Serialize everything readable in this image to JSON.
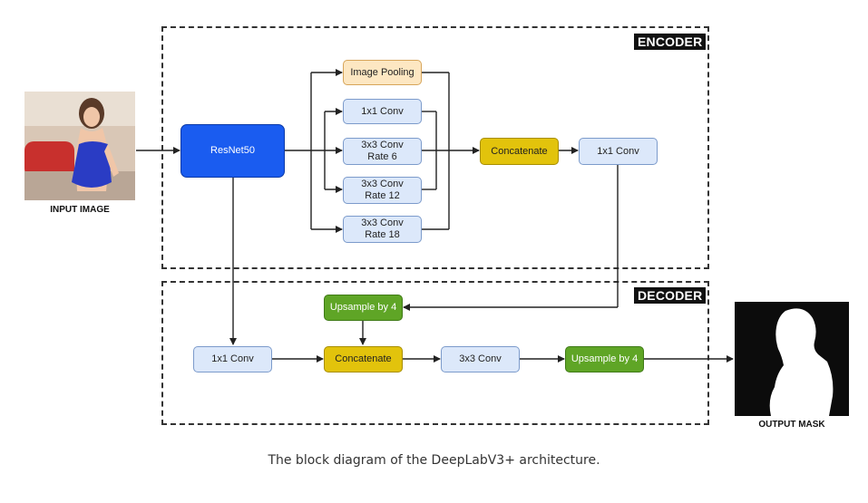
{
  "regions": {
    "encoder_label": "ENCODER",
    "decoder_label": "DECODER"
  },
  "inputs": {
    "input_label": "INPUT IMAGE",
    "output_label": "OUTPUT MASK"
  },
  "encoder": {
    "backbone": "ResNet50",
    "image_pooling": "Image Pooling",
    "conv1x1": "1x1 Conv",
    "aspp_rate6": [
      "3x3 Conv",
      "Rate 6"
    ],
    "aspp_rate12": [
      "3x3 Conv",
      "Rate 12"
    ],
    "aspp_rate18": [
      "3x3 Conv",
      "Rate 18"
    ],
    "concatenate": "Concatenate",
    "out_conv1x1": "1x1 Conv"
  },
  "decoder": {
    "upsample4_top": "Upsample by 4",
    "conv1x1": "1x1 Conv",
    "concatenate": "Concatenate",
    "conv3x3": "3x3 Conv",
    "upsample4_out": "Upsample by 4"
  },
  "caption": "The block diagram of the DeepLabV3+ architecture.",
  "colors": {
    "backbone": "#1a5cf0",
    "light_block": "#dce8fa",
    "pooling_block": "#fde7c2",
    "concat_block": "#e2c30c",
    "upsample_block": "#5fa526"
  }
}
